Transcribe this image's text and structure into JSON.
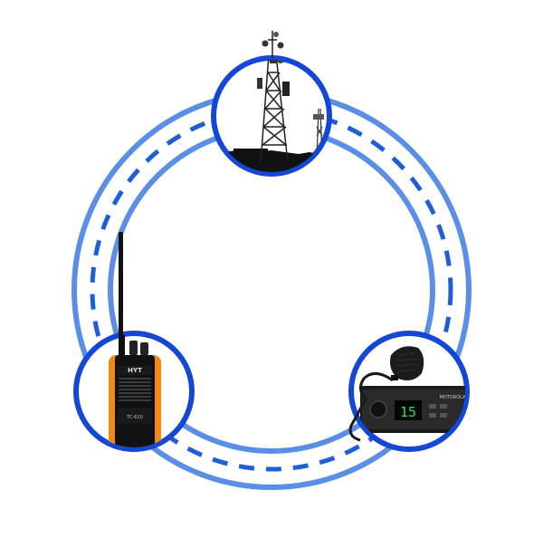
{
  "diagram": {
    "nodes": [
      {
        "id": "tower",
        "icon": "radio-tower-icon"
      },
      {
        "id": "handheld",
        "icon": "handheld-radio-icon",
        "brand": "HYT",
        "model": "TC-610"
      },
      {
        "id": "mobile",
        "icon": "mobile-radio-icon",
        "brand": "MOTOROLA",
        "display": "15"
      }
    ],
    "colors": {
      "ring": "#5b8fe6",
      "node_border": "#1447d6",
      "radio_orange": "#f08a12",
      "radio_black": "#111111",
      "display_green": "#28e05a"
    }
  }
}
